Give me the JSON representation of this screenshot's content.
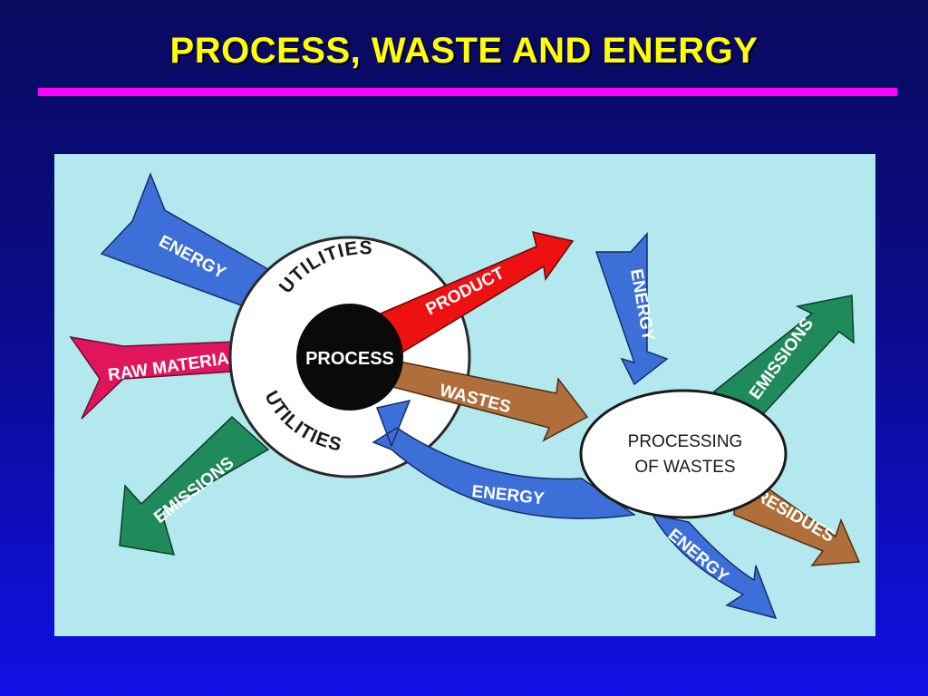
{
  "title": "PROCESS, WASTE AND ENERGY",
  "colors": {
    "title": "#ffff00",
    "rule": "#ff00ff",
    "panel": "#b2e8ee",
    "energy": "#3c6fd8",
    "raw_material": "#e0155c",
    "product": "#ee1111",
    "wastes": "#b06e3a",
    "emissions": "#1f8a5a",
    "residues": "#b06e3a"
  },
  "nodes": {
    "process": "PROCESS",
    "utilities_top": "UTILITIES",
    "utilities_bottom": "UTILITIES",
    "processing_line1": "PROCESSING",
    "processing_line2": "OF WASTES"
  },
  "arrows": {
    "energy_in": "ENERGY",
    "raw_material": "RAW MATERIAL",
    "product": "PRODUCT",
    "wastes": "WASTES",
    "emissions_left": "EMISSIONS",
    "energy_return": "ENERGY",
    "energy_to_waste": "ENERGY",
    "emissions_right": "EMISSIONS",
    "residues": "RESIDUES",
    "energy_out": "ENERGY"
  }
}
